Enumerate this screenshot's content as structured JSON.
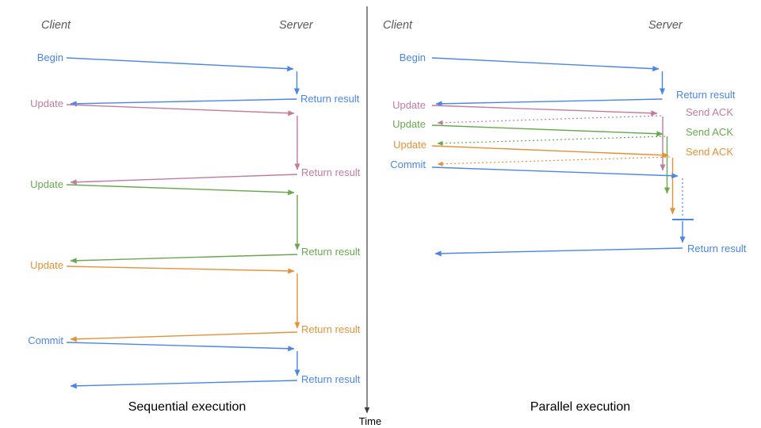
{
  "colors": {
    "blue": "#4a86e8",
    "pink": "#c27ba0",
    "green": "#6aa84f",
    "orange": "#e69138",
    "axis": "#3d3d3d",
    "header": "#5a5a5a",
    "caption": "#000000"
  },
  "time_axis": {
    "label": "Time"
  },
  "left": {
    "client_header": "Client",
    "server_header": "Server",
    "caption": "Sequential execution",
    "ops": [
      {
        "request": "Begin",
        "response": "Return result"
      },
      {
        "request": "Update",
        "response": "Return result"
      },
      {
        "request": "Update",
        "response": "Return result"
      },
      {
        "request": "Update",
        "response": "Return result"
      },
      {
        "request": "Commit",
        "response": "Return result"
      }
    ]
  },
  "right": {
    "client_header": "Client",
    "server_header": "Server",
    "caption": "Parallel execution",
    "ops": [
      {
        "request": "Begin",
        "response": "Return result"
      },
      {
        "request": "Update",
        "response": "Send ACK"
      },
      {
        "request": "Update",
        "response": "Send ACK"
      },
      {
        "request": "Update",
        "response": "Send ACK"
      },
      {
        "request": "Commit"
      }
    ],
    "final_response": "Return result"
  }
}
